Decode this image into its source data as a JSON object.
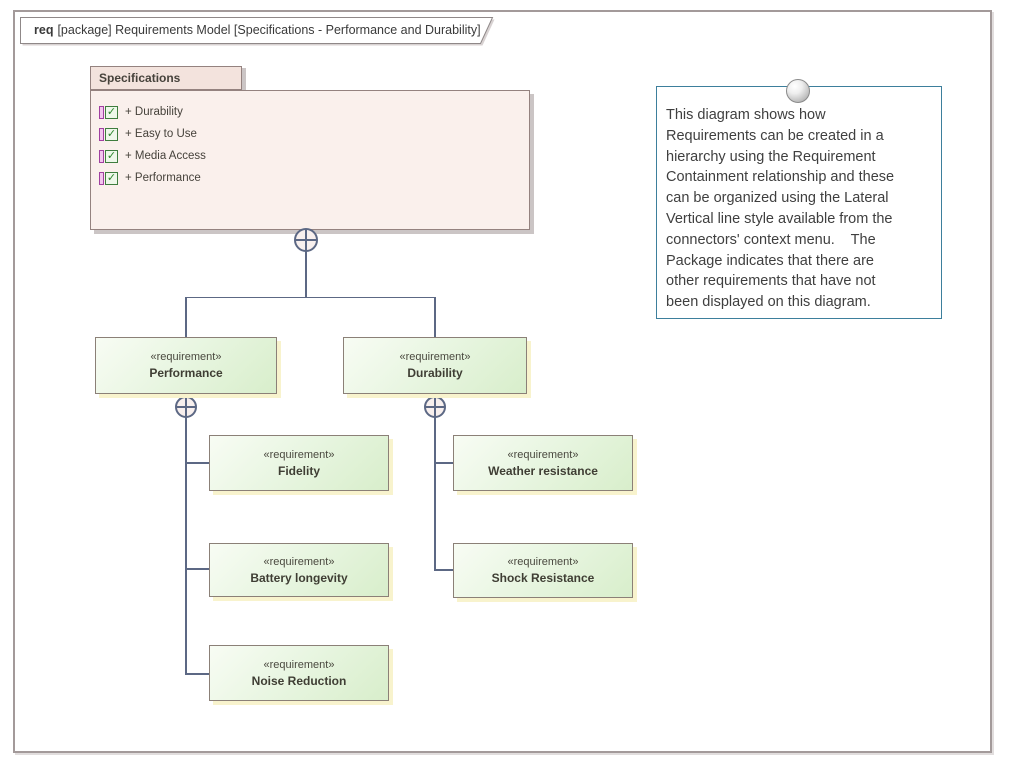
{
  "frame": {
    "keyword": "req",
    "title": "[package] Requirements Model [Specifications - Performance and Durability]"
  },
  "package": {
    "name": "Specifications",
    "attributes": [
      "+ Durability",
      "+ Easy to Use",
      "+ Media Access",
      "+ Performance"
    ]
  },
  "labels": {
    "stereotype": "«requirement»"
  },
  "requirements": {
    "performance": {
      "name": "Performance"
    },
    "durability": {
      "name": "Durability"
    },
    "fidelity": {
      "name": "Fidelity"
    },
    "battery": {
      "name": "Battery longevity"
    },
    "noise": {
      "name": "Noise Reduction"
    },
    "weather": {
      "name": "Weather resistance"
    },
    "shock": {
      "name": "Shock Resistance"
    }
  },
  "note": {
    "text": "This diagram shows how\nRequirements can be created in a\nhierarchy using the Requirement\nContainment relationship and these\ncan be organized using the Lateral\nVertical line style available from the\nconnectors' context menu.    The\nPackage indicates that there are\nother requirements that have not\nbeen displayed on this diagram."
  },
  "icons": {
    "check_glyph": "✓",
    "containment": "circle-plus",
    "note_pin": "sphere",
    "attribute": "attribute-checkbox"
  },
  "colors": {
    "requirement_fill": "#d8eecb",
    "requirement_border": "#8b8077",
    "requirement_shadow": "#f8f3cd",
    "package_fill": "#faf0ec",
    "package_tab_fill": "#f3e3dd",
    "package_border": "#94827f",
    "package_shadow": "#cbc5c5",
    "connector": "#5c6884",
    "note_border": "#3d7f9c",
    "frame_border": "#a39a9a"
  }
}
